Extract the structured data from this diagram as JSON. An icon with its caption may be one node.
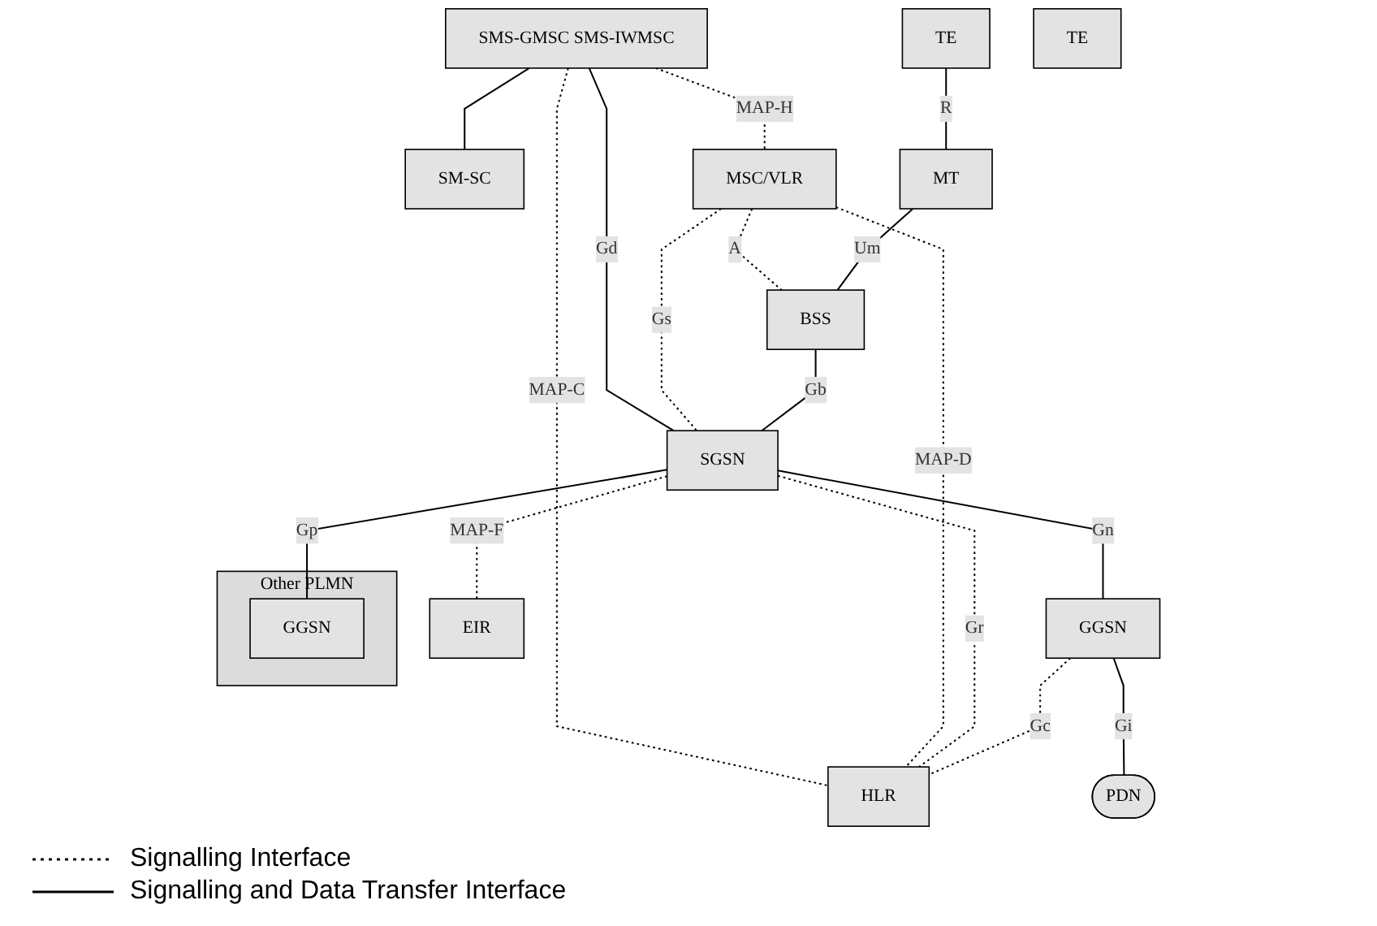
{
  "diagram": {
    "nodes": [
      {
        "text": [
          "SMS-GMSC SMS-IWMSC"
        ]
      },
      {
        "text": [
          "SM-SC"
        ]
      },
      {
        "text": [
          "MSC/VLR"
        ]
      },
      {
        "text": [
          "HLR"
        ]
      },
      {
        "text": [
          "TE"
        ]
      },
      {
        "text": [
          "MT"
        ]
      },
      {
        "text": [
          "BSS"
        ]
      },
      {
        "text": [
          "SGSN"
        ]
      },
      {
        "text": [
          "GGSN"
        ]
      },
      {
        "text": [
          "PDN"
        ]
      },
      {
        "text": [
          "TE"
        ]
      },
      {
        "text": [
          "EIR"
        ]
      },
      {
        "text": [
          "Other PLMN"
        ]
      },
      {
        "text": [
          "GGSN"
        ],
        "in": 12
      }
    ],
    "edges": [
      {
        "from": 0,
        "to": 1,
        "arrow": "none"
      },
      {
        "from": 0,
        "to": 2,
        "arrow": "none",
        "label": "MAP-H",
        "style": "dashed"
      },
      {
        "from": 0,
        "to": 3,
        "arrow": "none",
        "label": "MAP-C",
        "style": "dashed"
      },
      {
        "from": 0,
        "to": 7,
        "arrow": "none",
        "label": "Gd"
      },
      {
        "from": 2,
        "to": 3,
        "arrow": "none",
        "label": "MAP-D",
        "style": "dashed"
      },
      {
        "from": 2,
        "to": 6,
        "arrow": "none",
        "label": "A",
        "style": "dashed"
      },
      {
        "from": 2,
        "to": 7,
        "arrow": "none",
        "label": "Gs",
        "style": "dashed"
      },
      {
        "from": 7,
        "to": 3,
        "arrow": "none",
        "label": "Gr",
        "style": "dashed"
      },
      {
        "from": 8,
        "to": 3,
        "arrow": "none",
        "label": "Gc",
        "style": "dashed"
      },
      {
        "from": 4,
        "to": 5,
        "arrow": "none",
        "label": "R"
      },
      {
        "from": 5,
        "to": 6,
        "arrow": "none",
        "label": "Um"
      },
      {
        "from": 6,
        "to": 7,
        "arrow": "none",
        "label": "Gb"
      },
      {
        "from": 7,
        "to": 8,
        "arrow": "none",
        "label": "Gn"
      },
      {
        "from": 8,
        "to": 9,
        "arrow": "none",
        "label": "Gi"
      },
      {
        "from": 7,
        "to": 13,
        "arrow": "none",
        "label": "Gp"
      },
      {
        "from": 7,
        "to": 11,
        "arrow": "none",
        "label": "MAP-F",
        "style": "dashed"
      }
    ],
    "legend": [
      {
        "text": "Signalling Interface"
      },
      {
        "text": "Signalling and Data Transfer Interface"
      }
    ]
  }
}
